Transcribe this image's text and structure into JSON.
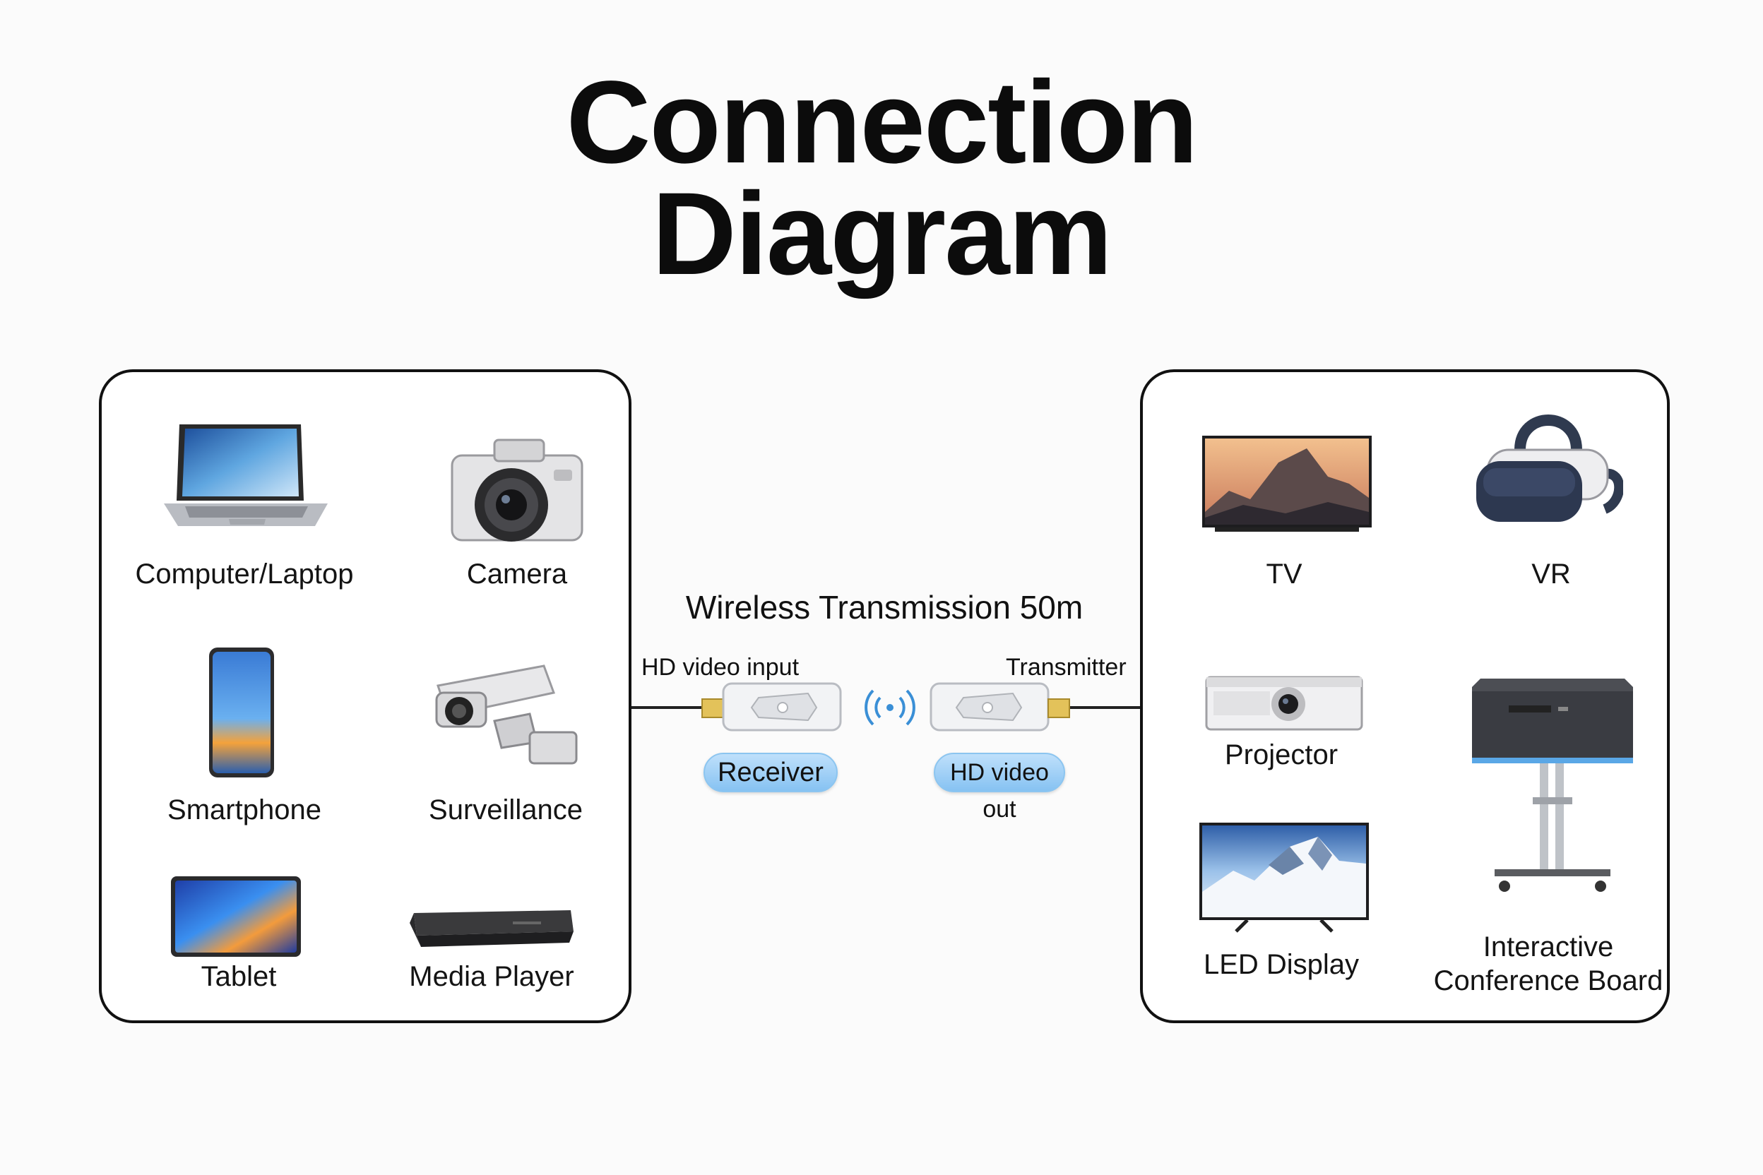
{
  "title": {
    "line1": "Connection",
    "line2": "Diagram"
  },
  "sources": [
    {
      "label": "Computer/Laptop",
      "icon": "laptop-icon"
    },
    {
      "label": "Camera",
      "icon": "camera-icon"
    },
    {
      "label": "Smartphone",
      "icon": "smartphone-icon"
    },
    {
      "label": "Surveillance",
      "icon": "surveillance-camera-icon"
    },
    {
      "label": "Tablet",
      "icon": "tablet-icon"
    },
    {
      "label": "Media Player",
      "icon": "media-player-icon"
    }
  ],
  "displays": [
    {
      "label": "TV",
      "icon": "tv-icon"
    },
    {
      "label": "VR",
      "icon": "vr-headset-icon"
    },
    {
      "label": "Projector",
      "icon": "projector-icon"
    },
    {
      "label": "LED Display",
      "icon": "led-display-icon"
    },
    {
      "label": "Interactive",
      "label2": "Conference Board",
      "icon": "conference-board-icon"
    }
  ],
  "link": {
    "title": "Wireless Transmission 50m",
    "left_caption": "HD video input",
    "right_caption": "Transmitter",
    "left_badge": "Receiver",
    "right_badge": "HD video out"
  },
  "colors": {
    "badge": "#9fd0f7",
    "border": "#111111",
    "connector": "#e3c25a"
  }
}
